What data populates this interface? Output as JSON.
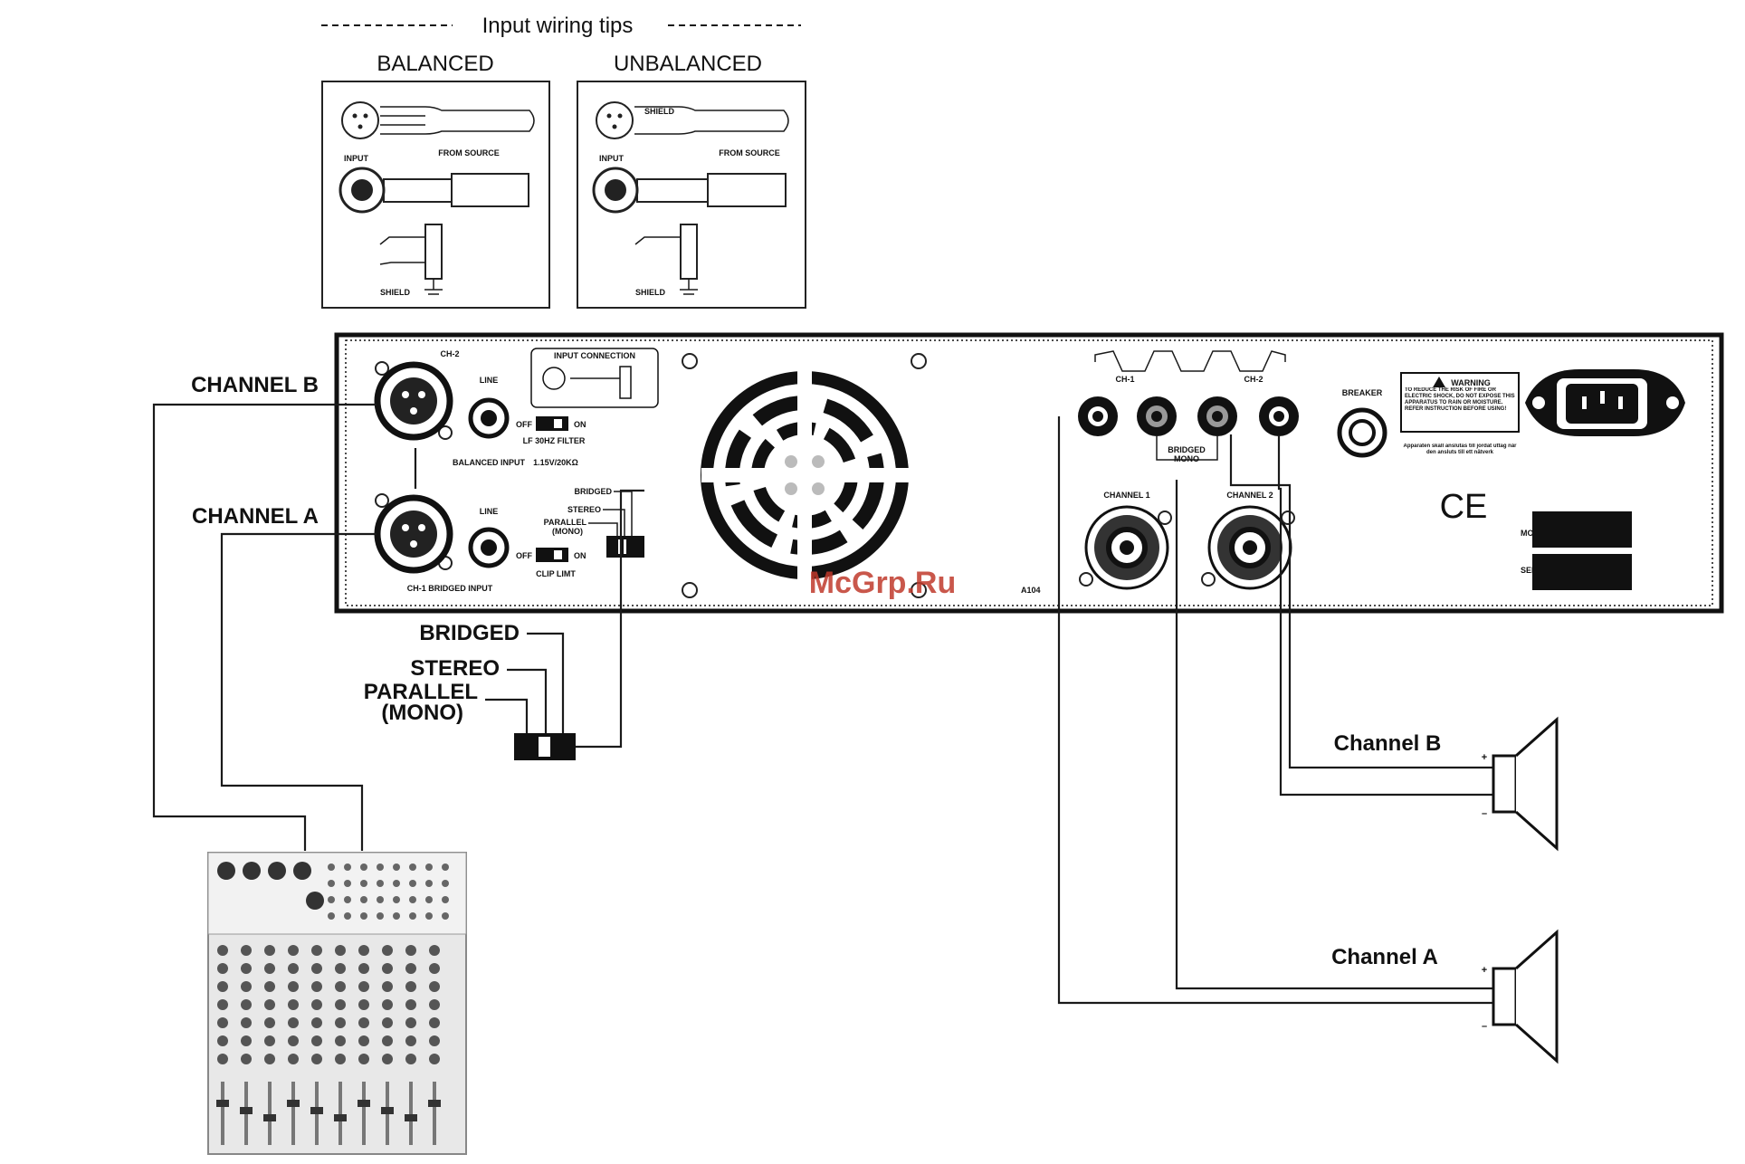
{
  "header": {
    "title": "Input wiring tips"
  },
  "tips": {
    "balanced": {
      "title": "BALANCED",
      "input": "INPUT",
      "from_source": "FROM SOURCE",
      "shield": "SHIELD"
    },
    "unbalanced": {
      "title": "UNBALANCED",
      "input": "INPUT",
      "from_source": "FROM SOURCE",
      "shield": "SHIELD",
      "shield_tag": "SHIELD"
    }
  },
  "inputs": {
    "channel_b": "CHANNEL B",
    "channel_a": "CHANNEL A"
  },
  "panel": {
    "ch2": "CH-2",
    "ch1_bridged": "CH-1 BRIDGED INPUT",
    "line": "LINE",
    "balanced_input": "BALANCED INPUT",
    "input_connection": "INPUT CONNECTION",
    "off": "OFF",
    "on": "ON",
    "lf_filter": "LF 30HZ FILTER",
    "sensitivity": "1.15V/20KΩ",
    "bridged": "BRIDGED",
    "stereo": "STEREO",
    "parallel": "PARALLEL",
    "mono": "(MONO)",
    "clip_limit": "CLIP LIMT",
    "model_code": "A104",
    "out_ch1": "CH-1",
    "out_ch2": "CH-2",
    "bridged_mono": "BRIDGED MONO",
    "channel1": "CHANNEL 1",
    "channel2": "CHANNEL 2",
    "breaker": "BREAKER",
    "warning_title": "WARNING",
    "warning_text": "TO REDUCE THE RISK OF FIRE OR ELECTRIC SHOCK, DO NOT EXPOSE THIS APPARATUS TO RAIN OR MOISTURE. REFER INSTRUCTION BEFORE USING!",
    "nordic_text": "Apparaten skall anslutas till jordat uttag när den ansluts till ett nätverk",
    "ce": "CE",
    "model_label": "MODEL",
    "serial_label": "SERIAL"
  },
  "mode_switch": {
    "bridged": "BRIDGED",
    "stereo": "STEREO",
    "parallel": "PARALLEL",
    "mono": "(MONO)"
  },
  "speakers": {
    "channel_b": "Channel B",
    "channel_a": "Channel A",
    "plus": "+",
    "minus": "–"
  },
  "watermark": "McGrp.Ru"
}
